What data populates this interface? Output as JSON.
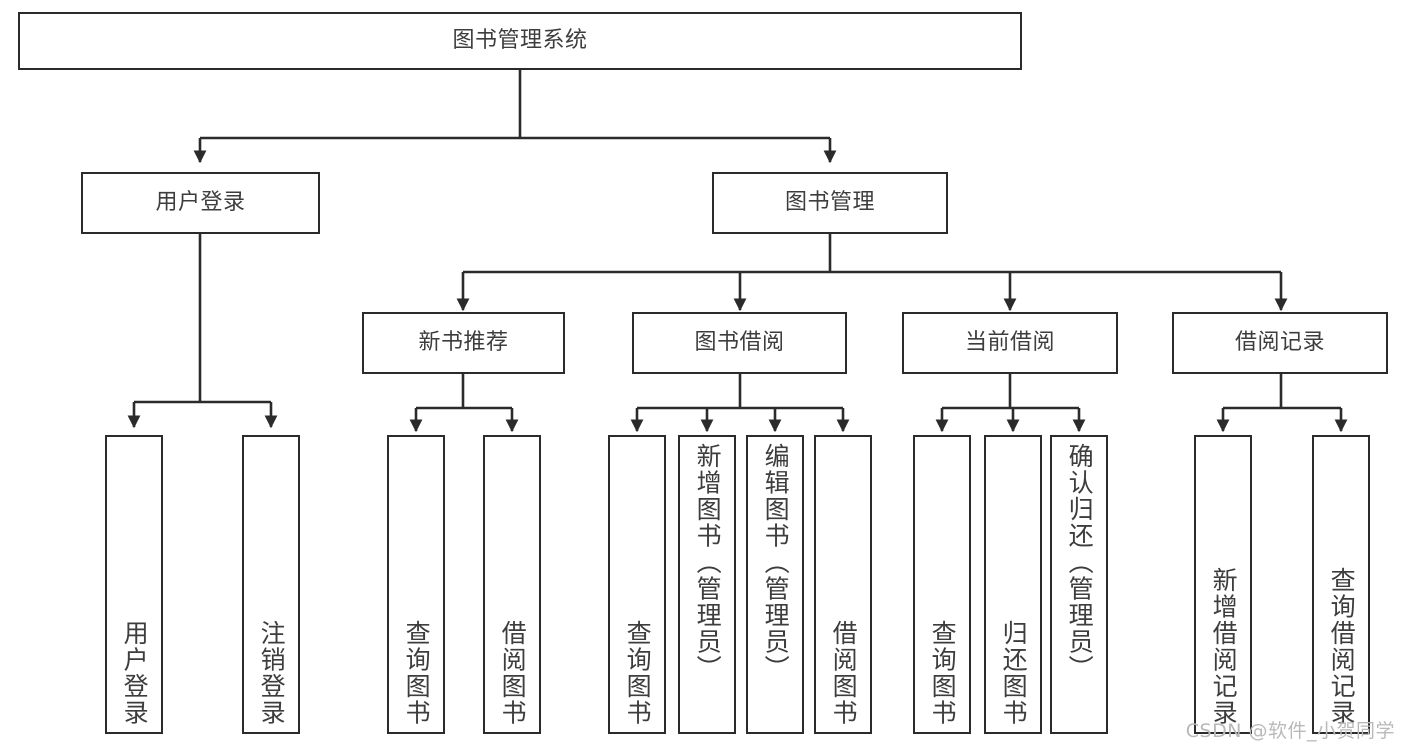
{
  "diagram": {
    "type": "tree-hierarchy",
    "title": "图书管理系统",
    "watermark": "CSDN @软件_小贺同学",
    "colors": {
      "box_border": "#2b2b2b",
      "box_fill": "#ffffff",
      "text": "#3d3d3d",
      "connector": "#2b2b2b",
      "watermark": "#b9b9b9",
      "background": "#ffffff"
    },
    "nodes": {
      "root": {
        "label": "图书管理系统"
      },
      "level1": [
        {
          "id": "user-login",
          "label": "用户登录"
        },
        {
          "id": "book-management",
          "label": "图书管理"
        }
      ],
      "level2": [
        {
          "id": "new-book-recommend",
          "label": "新书推荐"
        },
        {
          "id": "book-borrow",
          "label": "图书借阅"
        },
        {
          "id": "current-borrow",
          "label": "当前借阅"
        },
        {
          "id": "borrow-record",
          "label": "借阅记录"
        }
      ],
      "leaves": {
        "user-login": [
          {
            "id": "leaf-user-login",
            "label": "用户登录"
          },
          {
            "id": "leaf-logout",
            "label": "注销登录"
          }
        ],
        "new-book-recommend": [
          {
            "id": "leaf-query-book-1",
            "label": "查询图书"
          },
          {
            "id": "leaf-borrow-book-1",
            "label": "借阅图书"
          }
        ],
        "book-borrow": [
          {
            "id": "leaf-query-book-2",
            "label": "查询图书"
          },
          {
            "id": "leaf-add-book",
            "label": "新增图书（管理员）"
          },
          {
            "id": "leaf-edit-book",
            "label": "编辑图书（管理员）"
          },
          {
            "id": "leaf-borrow-book-2",
            "label": "借阅图书"
          }
        ],
        "current-borrow": [
          {
            "id": "leaf-query-book-3",
            "label": "查询图书"
          },
          {
            "id": "leaf-return-book",
            "label": "归还图书"
          },
          {
            "id": "leaf-confirm-return",
            "label": "确认归还（管理员）"
          }
        ],
        "borrow-record": [
          {
            "id": "leaf-add-record",
            "label": "新增借阅记录"
          },
          {
            "id": "leaf-query-record",
            "label": "查询借阅记录"
          }
        ]
      }
    }
  }
}
